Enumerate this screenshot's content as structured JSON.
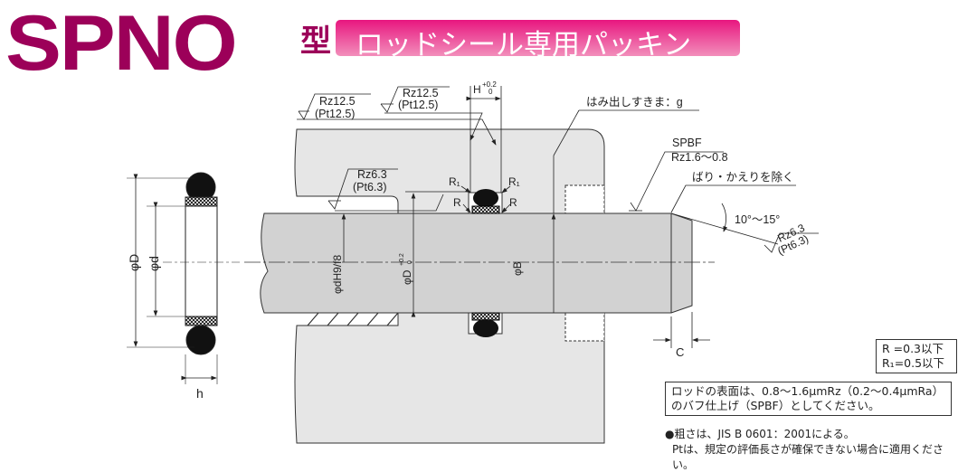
{
  "header": {
    "model": "SPNO",
    "model_suffix": "型",
    "subtitle": "ロッドシール専用パッキン",
    "brand_color": "#9c0059",
    "banner_color": "#e8167f"
  },
  "diagram": {
    "surface_top_left": [
      "Rz12.5",
      "(Pt12.5)"
    ],
    "surface_top_groove": [
      "Rz12.5",
      "(Pt12.5)"
    ],
    "surface_bore": [
      "Rz6.3",
      "(Pt6.3)"
    ],
    "groove_width": "H",
    "groove_tol_upper": "+0.2",
    "groove_tol_lower": "0",
    "extrusion_gap": "はみ出しすきま：g",
    "rod_finish": [
      "SPBF",
      "Rz1.6～0.8"
    ],
    "deburr": "ばり・かえりを除く",
    "chamfer_angle": "10°～15°",
    "chamfer_surface": [
      "Rz6.3",
      "(Pt6.3)"
    ],
    "r1": "R₁",
    "r": "R",
    "dim_rod": "φdH9/f8",
    "dim_groove": "φD",
    "dim_groove_tol_upper": "+0.2",
    "dim_groove_tol_lower": "0",
    "dim_bore": "φB",
    "dim_chamfer": "C",
    "seal_outer": "φD",
    "seal_inner": "φd",
    "seal_height": "h"
  },
  "notes": {
    "radius_r": "R =0.3以下",
    "radius_r1": "R₁=0.5以下",
    "rod_surface": [
      "ロッドの表面は、0.8～1.6μmRz（0.2～0.4μmRa）",
      "のバフ仕上げ（SPBF）としてください。"
    ],
    "roughness_std": "●粗さは、JIS B 0601：2001による。",
    "pt_note": "Ptは、規定の評価長さが確保できない場合に適用ください。"
  }
}
